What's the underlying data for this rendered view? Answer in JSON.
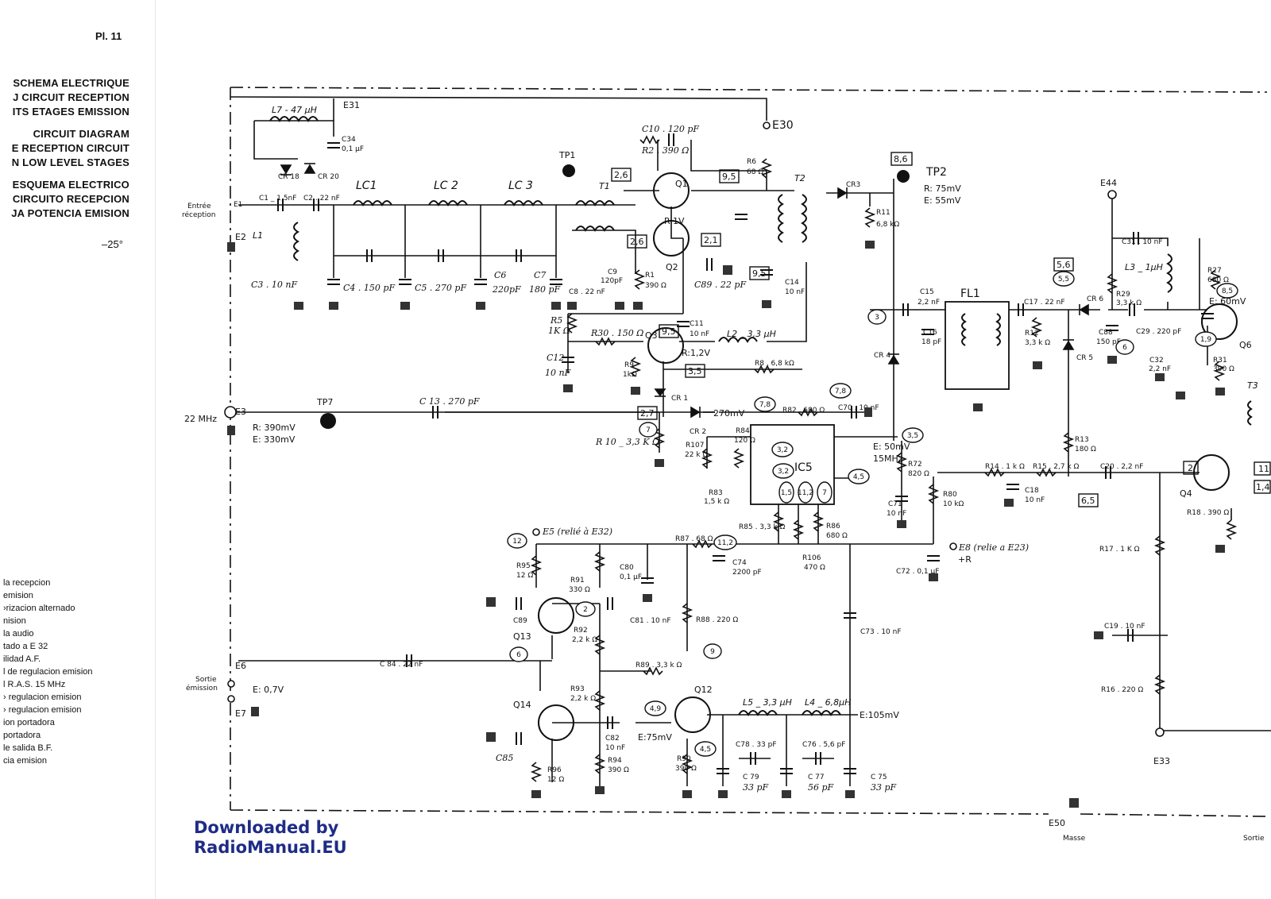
{
  "header": {
    "plate": "Pl. 11",
    "titles": [
      "SCHEMA ELECTRIQUE",
      "J CIRCUIT RECEPTION",
      "ITS ETAGES EMISSION",
      "CIRCUIT DIAGRAM",
      "E RECEPTION CIRCUIT",
      "N LOW LEVEL STAGES",
      "ESQUEMA ELECTRICO",
      "CIRCUITO RECEPCION",
      "JA POTENCIA EMISION"
    ],
    "angle": "–25°"
  },
  "legend": [
    "la recepcion",
    "emision",
    "›rizacion alternado",
    "nision",
    "la audio",
    "tado a E 32",
    "ilidad A.F.",
    "l de regulacion emision",
    "l R.A.S. 15 MHz",
    "› regulacion emision",
    "› regulacion emision",
    "ion portadora",
    "portadora",
    "le salida B.F.",
    "cia emision"
  ],
  "watermark": [
    "Downloaded  by",
    "RadioManual.EU"
  ],
  "schematic": {
    "terminals": {
      "E31": "E31",
      "E30": "E30",
      "E1": "E1",
      "E2": "E2",
      "E3": "E3",
      "E44": "E44",
      "E5": "E5 (relié à E32)",
      "E6": "E6",
      "E7": "E7",
      "E8": "E8 (relie a E23)",
      "E33": "E33",
      "E50": "E50"
    },
    "io_labels": {
      "entree": [
        "Entrée",
        "réception"
      ],
      "sortie": [
        "Sortie",
        "émission"
      ],
      "masse": "Masse",
      "sortie_right": "Sortie",
      "mhz22": "22 MHz",
      "plus_r": "+R"
    },
    "test_points": {
      "TP1": "TP1",
      "TP2": "TP2",
      "TP7": "TP7",
      "tp2_r": "R: 75mV",
      "tp2_e": "E: 55mV",
      "tp7_r": "R: 390mV",
      "tp7_e": "E: 330mV"
    },
    "readings": {
      "q1_r": "R:1V",
      "q3_r": "R:1,2V",
      "mv270": "270mV",
      "e50mv": "E: 50mV",
      "mhz15": "15MHz",
      "e60mv": "E: 60mV",
      "e07v": "E: 0,7V",
      "e75mv": "E:75mV",
      "e105mv": "E:105mV"
    },
    "boxed": [
      "8,6",
      "2,6",
      "9,5",
      "2,1",
      "2,6",
      "9,5",
      "9,5",
      "3,5",
      "2,7",
      "5,6",
      "2",
      "11",
      "1,4",
      "6,5"
    ],
    "circled": [
      "7,8",
      "7,8",
      "3,2",
      "3,2",
      "3,5",
      "4,5",
      "7",
      "3",
      "5,5",
      "6",
      "1,9",
      "8,5",
      "12",
      "6",
      "9",
      "4,9",
      "4,5",
      "11,2",
      "1,5",
      "11,2",
      "7",
      "2"
    ],
    "transistors": [
      "Q1",
      "Q2",
      "Q3",
      "Q4",
      "Q6",
      "Q12",
      "Q13",
      "Q14"
    ],
    "ics": [
      "IC5",
      "FL1"
    ],
    "coils": [
      "L7 - 47 μH",
      "L1",
      "LC1",
      "LC 2",
      "LC 3",
      "T1",
      "T2",
      "L2 _ 3,3 μH",
      "L3 _ 1μH",
      "L5 _ 3,3 μH",
      "L4 _ 6,8μH",
      "T3"
    ],
    "diodes": [
      "CR 18",
      "CR 20",
      "CR3",
      "CR 1",
      "CR 2",
      "CR 4",
      "CR 5",
      "CR 6"
    ],
    "components_left": [
      "C34",
      "0,1 μF",
      "C1 _ 1,5nF",
      "C2 . 22 nF",
      "C3 . 10 nF",
      "C4 . 150 pF",
      "C5 . 270 pF",
      "C6",
      "220pF",
      "C7",
      "180 pF",
      "C8 . 22 nF",
      "C9",
      "120pF",
      "R1",
      "390 Ω",
      "C10 . 120 pF",
      "R2 . 390 Ω",
      "R6",
      "68 Ω",
      "C89 . 22 pF",
      "C14",
      "10 nF",
      "R11",
      "6,8 kΩ",
      "R5",
      "1K Ω",
      "R30 . 150 Ω",
      "C11",
      "10 nF",
      "C12",
      "10 nF",
      "R9",
      "1kΩ",
      "R8 . 6,8 kΩ"
    ],
    "components_mid": [
      "C 13 . 270 pF",
      "R 10 _ 3,3 K Ω",
      "R82 . 680 Ω",
      "C70 . 10 nF",
      "R84",
      "120 Ω",
      "R107",
      "22 k Ω",
      "R83",
      "1,5 k Ω",
      "R85 . 3,3 k Ω",
      "R106",
      "470 Ω",
      "R86",
      "680 Ω",
      "R72",
      "820 Ω",
      "C71",
      "10 nF",
      "R80",
      "10 kΩ",
      "C72 . 0,1 μF",
      "R87 . 68 Ω",
      "C74",
      "2200 pF",
      "C15",
      "2,2 nF",
      "C16",
      "18 pF",
      "C17 . 22 nF",
      "R12",
      "3,3 k Ω"
    ],
    "components_bottom": [
      "R95",
      "12 Ω",
      "C89",
      "R91",
      "330 Ω",
      "C80",
      "0,1 μF",
      "R88 . 220 Ω",
      "C81 . 10 nF",
      "R92",
      "2,2 k Ω",
      "R89 . 3,3 k Ω",
      "C 84 . 22 nF",
      "R93",
      "2,2 k Ω",
      "C82",
      "10 nF",
      "C85",
      "R96",
      "12 Ω",
      "R94",
      "390 Ω",
      "R90",
      "390 Ω",
      "C73 . 10 nF",
      "C78 . 33 pF",
      "C76 . 5,6 pF",
      "C 79",
      "33 pF",
      "C 77",
      "56 pF",
      "C 75",
      "33 pF"
    ],
    "components_right": [
      "C31 . 10 nF",
      "R27",
      "680 Ω",
      "R29",
      "3,3 k Ω",
      "C88",
      "150 pF",
      "C29 . 220 pF",
      "C32",
      "2,2 nF",
      "R31",
      "390 Ω",
      "R13",
      "180 Ω",
      "R14 . 1 k Ω",
      "R15 . 2,7 k Ω",
      "C18",
      "10 nF",
      "C20 . 2,2 nF",
      "R18 . 390 Ω",
      "R17 . 1 K Ω",
      "C19 . 10 nF",
      "R16 . 220 Ω"
    ]
  }
}
